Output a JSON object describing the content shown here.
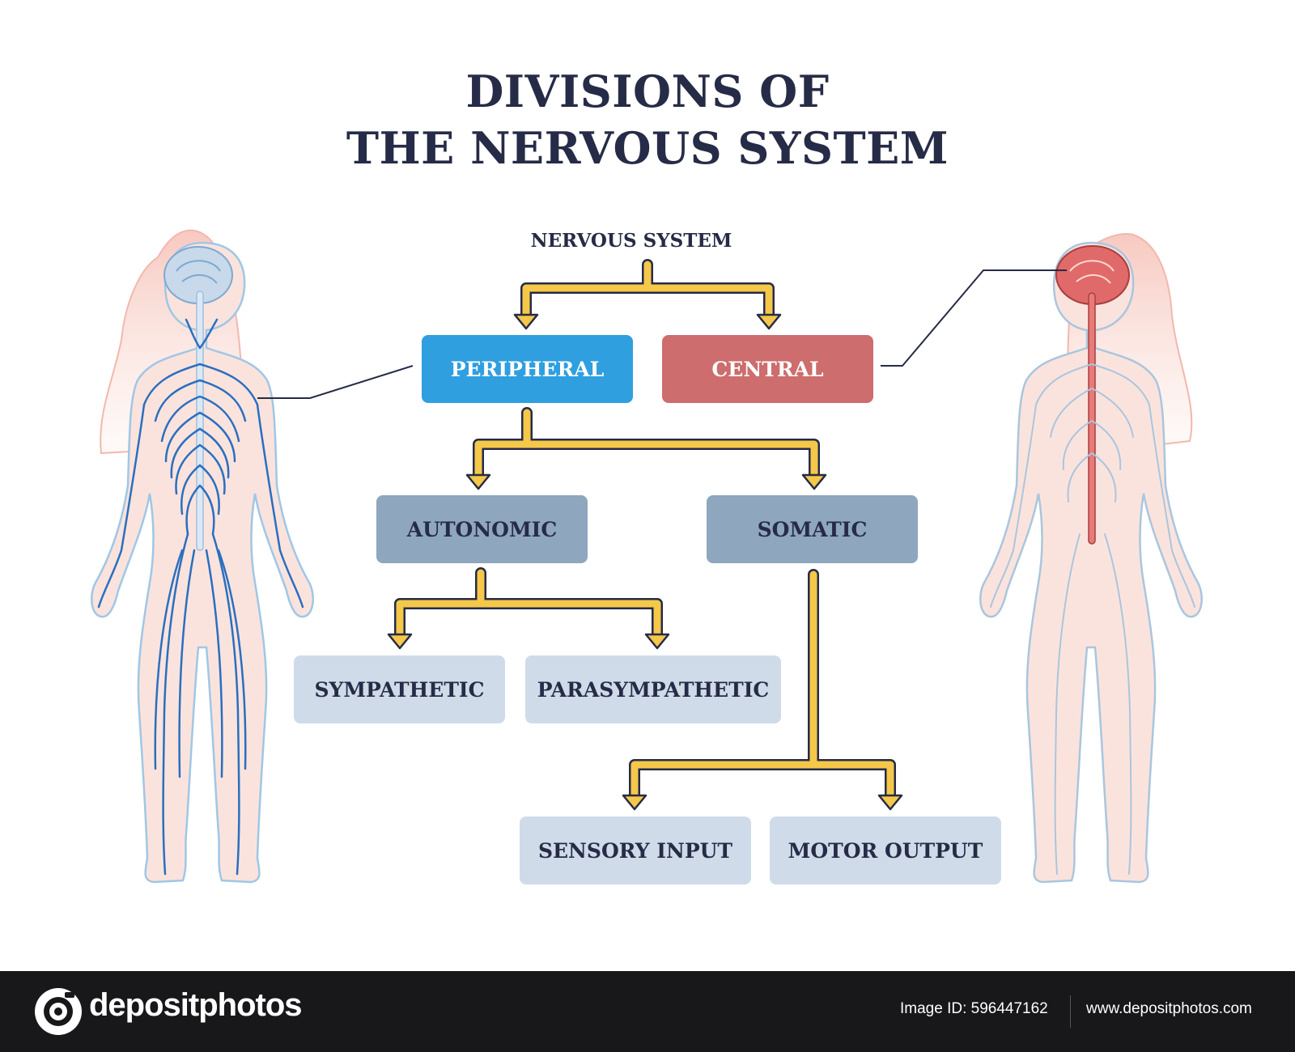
{
  "title": {
    "line1": "DIVISIONS OF",
    "line2": "THE NERVOUS SYSTEM"
  },
  "diagram": {
    "root": "NERVOUS SYSTEM",
    "nodes": {
      "peripheral": "PERIPHERAL",
      "central": "CENTRAL",
      "autonomic": "AUTONOMIC",
      "somatic": "SOMATIC",
      "sympathetic": "SYMPATHETIC",
      "parasympathetic": "PARASYMPATHETIC",
      "sensory": "SENSORY INPUT",
      "motor": "MOTOR OUTPUT"
    }
  },
  "colors": {
    "peripheral": "#2f9fe0",
    "central": "#cd6d6d",
    "level2": "#8fa6bf",
    "level3": "#cfdbe8",
    "arrow": "#f5c84a",
    "text": "#262b47",
    "nerves": "#2a6fc0",
    "body": "#f8d7d0"
  },
  "watermark": {
    "brand": "depositphotos",
    "image_id": "Image ID: 596447162",
    "url": "www.depositphotos.com"
  },
  "icons": [
    "female-figure-peripheral-nerves",
    "female-figure-central-nerves",
    "brain-icon",
    "spinal-cord-icon",
    "camera-logo-icon"
  ]
}
